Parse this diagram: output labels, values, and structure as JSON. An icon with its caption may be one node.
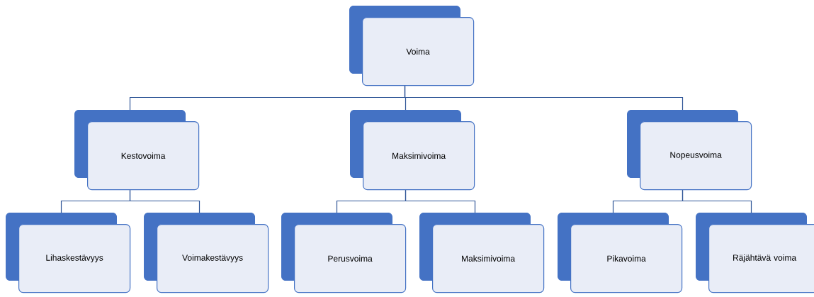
{
  "diagram": {
    "nodes": [
      {
        "text": [
          "Voima"
        ]
      },
      {
        "text": [
          "Kestovoima"
        ]
      },
      {
        "text": [
          "Maksimivoima"
        ]
      },
      {
        "text": [
          "Nopeusvoima"
        ]
      },
      {
        "text": [
          "Lihaskestävyys"
        ]
      },
      {
        "text": [
          "Voimakestävyys"
        ]
      },
      {
        "text": [
          "Perusvoima"
        ]
      },
      {
        "text": [
          "Maksimivoima"
        ]
      },
      {
        "text": [
          "Pikavoima"
        ]
      },
      {
        "text": [
          "Räjähtävä voima"
        ]
      }
    ],
    "edges": [
      {
        "from": 0,
        "to": 1,
        "arrow": "none"
      },
      {
        "from": 0,
        "to": 2,
        "arrow": "none"
      },
      {
        "from": 0,
        "to": 3,
        "arrow": "none"
      },
      {
        "from": 1,
        "to": 4,
        "arrow": "none"
      },
      {
        "from": 1,
        "to": 5,
        "arrow": "none"
      },
      {
        "from": 2,
        "to": 6,
        "arrow": "none"
      },
      {
        "from": 2,
        "to": 7,
        "arrow": "none"
      },
      {
        "from": 3,
        "to": 8,
        "arrow": "none"
      },
      {
        "from": 3,
        "to": 9,
        "arrow": "none"
      }
    ]
  }
}
